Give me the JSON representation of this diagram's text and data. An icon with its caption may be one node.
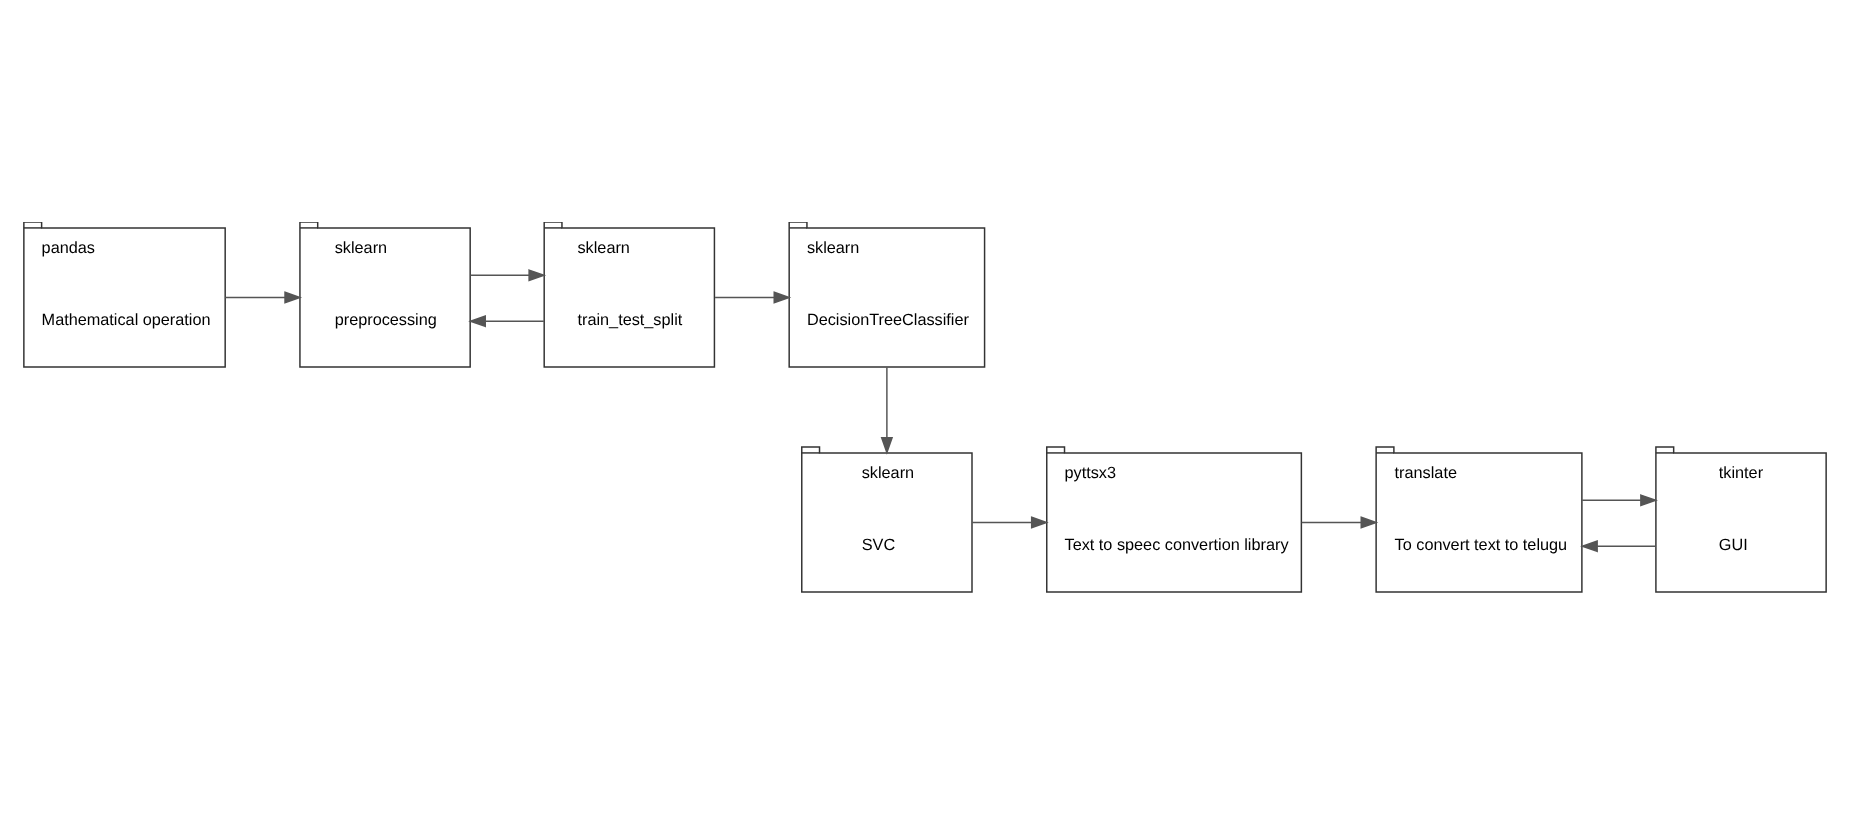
{
  "diagram": {
    "nodes": [
      {
        "text": [
          "pandas",
          "Mathematical operation"
        ]
      },
      {
        "text": [
          "sklearn",
          "preprocessing"
        ]
      },
      {
        "text": [
          "sklearn",
          "train_test_split"
        ]
      },
      {
        "text": [
          "sklearn",
          "DecisionTreeClassifier"
        ]
      },
      {
        "text": [
          "sklearn",
          "SVC"
        ]
      },
      {
        "text": [
          "pyttsx3",
          "Text to speec convertion library"
        ]
      },
      {
        "text": [
          "translate",
          "To convert text to telugu"
        ]
      },
      {
        "text": [
          "tkinter",
          "GUI"
        ]
      }
    ],
    "edges": [
      {
        "from": 0,
        "to": 1,
        "arrow": "to"
      },
      {
        "from": 1,
        "to": 2,
        "arrow": "to"
      },
      {
        "from": 2,
        "to": 1,
        "arrow": "to"
      },
      {
        "from": 2,
        "to": 3,
        "arrow": "to"
      },
      {
        "from": 3,
        "to": 4,
        "arrow": "to"
      },
      {
        "from": 4,
        "to": 5,
        "arrow": "to"
      },
      {
        "from": 5,
        "to": 6,
        "arrow": "to"
      },
      {
        "from": 6,
        "to": 7,
        "arrow": "to"
      },
      {
        "from": 7,
        "to": 6,
        "arrow": "to"
      }
    ]
  }
}
